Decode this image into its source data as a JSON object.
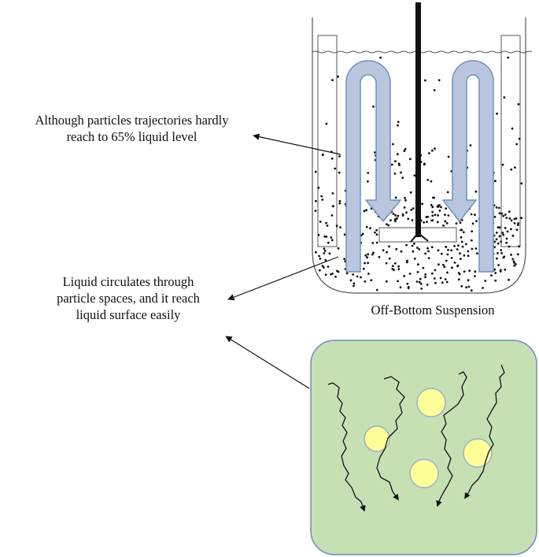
{
  "annotations": {
    "trajectory_note": {
      "line1": "Although  particles trajectories hardly",
      "line2": "reach to 65% liquid  level"
    },
    "circulation_note": {
      "line1": "Liquid  circulates through",
      "line2": "particle spaces, and it reach",
      "line3": "liquid  surface easily"
    }
  },
  "caption": "Off-Bottom Suspension",
  "colors": {
    "flow_arrow_fill": "#b9c6dd",
    "flow_arrow_stroke": "#6f8fbf",
    "inset_fill": "#c6e0b4",
    "inset_border": "#6a8fb8",
    "particle_fill": "#ffff99",
    "particle_border": "#9ab0c8",
    "shaft": "#111111"
  },
  "icons": {
    "flow_arrows": "u-shaped-downward-arrow",
    "leader_arrows": "arrow-left"
  }
}
